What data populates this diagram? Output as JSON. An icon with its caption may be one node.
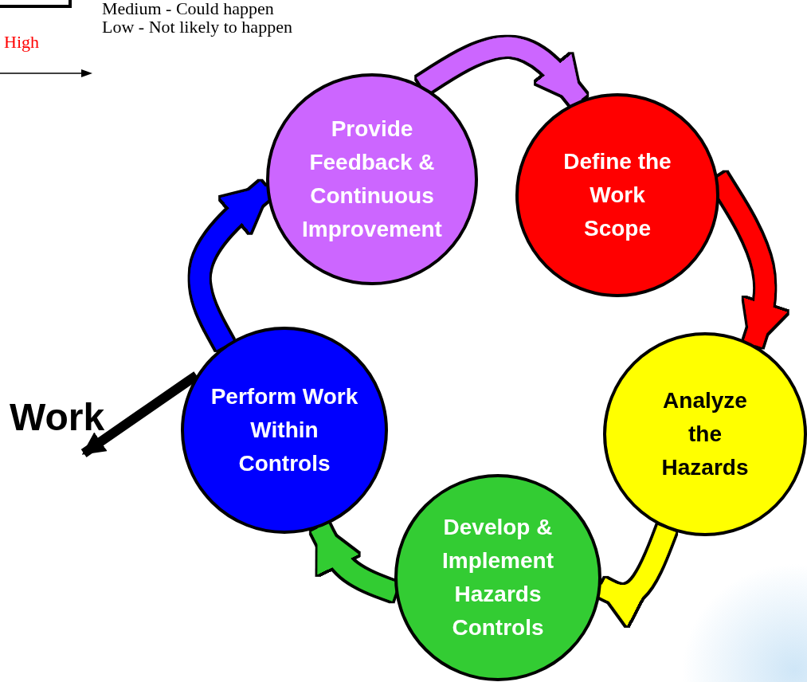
{
  "diagram": {
    "nodes": [
      {
        "text": [
          "Provide Feedback & Continuous Improvement"
        ]
      },
      {
        "text": [
          "Define the Work Scope"
        ]
      },
      {
        "text": [
          "Analyze the Hazards"
        ]
      },
      {
        "text": [
          "Develop & Implement Hazards Controls"
        ]
      },
      {
        "text": [
          "Perform Work Within Controls"
        ]
      },
      {
        "text": [
          "Work"
        ]
      }
    ],
    "edges": [
      {
        "from": 0,
        "to": 1,
        "arrow": "to",
        "color": "#cc66ff"
      },
      {
        "from": 1,
        "to": 2,
        "arrow": "to",
        "color": "#ff0000"
      },
      {
        "from": 2,
        "to": 3,
        "arrow": "to",
        "color": "#ffff00"
      },
      {
        "from": 3,
        "to": 4,
        "arrow": "to",
        "color": "#33cc33"
      },
      {
        "from": 4,
        "to": 0,
        "arrow": "to",
        "color": "#0000ff"
      },
      {
        "from": 4,
        "to": 5,
        "arrow": "to",
        "color": "#000000"
      }
    ],
    "labels": [
      "Medium - Could happen",
      "Low - Not likely to happen",
      "High"
    ]
  }
}
